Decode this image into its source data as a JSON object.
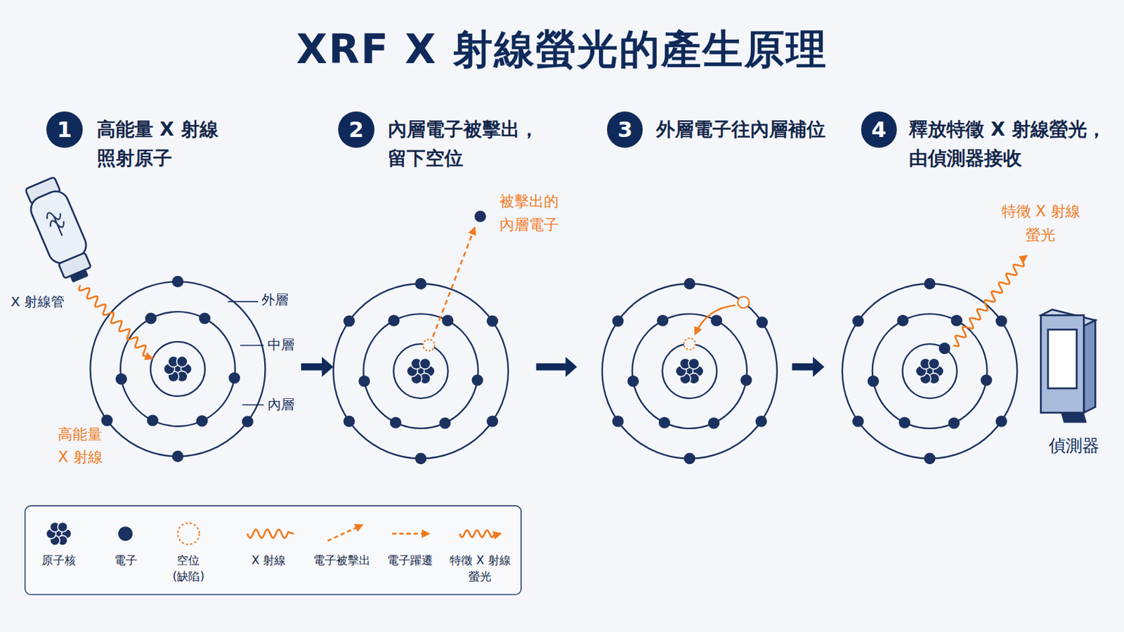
{
  "diagram": {
    "title": "XRF X 射線螢光的產生原理",
    "nodes": [
      {
        "text": [
          "1",
          "高能量 X 射線 照射原子"
        ]
      },
      {
        "text": [
          "2",
          "內層電子被擊出， 留下空位"
        ]
      },
      {
        "text": [
          "3",
          "外層電子往內層補位"
        ]
      },
      {
        "text": [
          "4",
          "釋放特徵 X 射線螢光， 由偵測器接收"
        ]
      }
    ],
    "labels": [
      "X 射線管",
      "外層",
      "中層",
      "內層",
      "高能量 X 射線",
      "被擊出的 內層電子",
      "特徵 X 射線 螢光",
      "偵測器"
    ],
    "legend": [
      {
        "text": "原子核"
      },
      {
        "text": "電子"
      },
      {
        "text": "空位 (缺陷)"
      },
      {
        "text": "X 射線"
      },
      {
        "text": "電子被擊出"
      },
      {
        "text": "電子躍遷"
      },
      {
        "text": "特徵 X 射線螢光"
      }
    ]
  }
}
